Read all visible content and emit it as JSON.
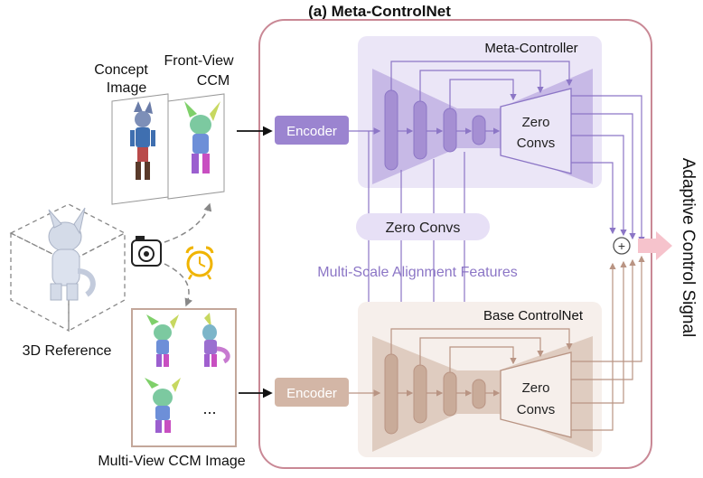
{
  "title": "(a) Meta-ControlNet",
  "left": {
    "concept_image_label_line1": "Concept",
    "concept_image_label_line2": "Image",
    "front_view_label_line1": "Front-View",
    "front_view_label_line2": "CCM",
    "reference_label": "3D Reference",
    "multi_view_label": "Multi-View CCM Image",
    "ellipsis": "..."
  },
  "meta_controller": {
    "title": "Meta-Controller",
    "encoder_label": "Encoder",
    "zero_convs_line1": "Zero",
    "zero_convs_line2": "Convs"
  },
  "middle": {
    "zero_convs_label": "Zero Convs",
    "alignment_label": "Multi-Scale Alignment Features"
  },
  "base_controlnet": {
    "title": "Base ControlNet",
    "encoder_label": "Encoder",
    "zero_convs_line1": "Zero",
    "zero_convs_line2": "Convs"
  },
  "output": {
    "label": "Adaptive Control Signal",
    "sum_symbol": "+"
  },
  "colors": {
    "meta_panel": "#ebe6f7",
    "meta_body": "#c7b9e6",
    "meta_bar": "#a58fd3",
    "meta_accent": "#9b84d0",
    "base_panel": "#f6efeb",
    "base_body": "#dfccc0",
    "base_bar": "#c9ab99",
    "base_accent": "#c6a89a",
    "frame": "#c98895",
    "arrow_out": "#f6c3cc"
  }
}
